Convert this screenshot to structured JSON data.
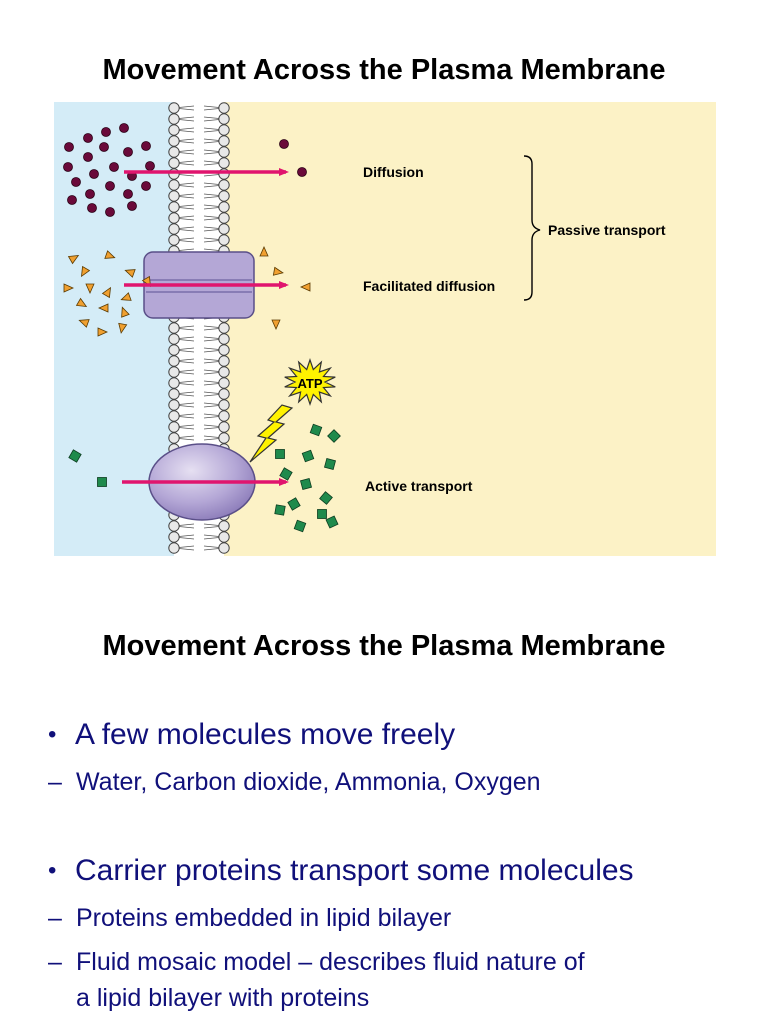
{
  "slide1": {
    "title": "Movement Across the Plasma Membrane",
    "labels": {
      "diffusion": "Diffusion",
      "facilitated": "Facilitated diffusion",
      "active": "Active transport",
      "passive": "Passive transport",
      "atp": "ATP"
    }
  },
  "slide2": {
    "title": "Movement Across the Plasma Membrane",
    "bullets": [
      {
        "text": "A few molecules move freely",
        "sub": [
          "Water, Carbon dioxide, Ammonia, Oxygen"
        ]
      },
      {
        "text": "Carrier proteins transport some molecules",
        "sub": [
          "Proteins embedded in lipid bilayer",
          "Fluid mosaic model – describes fluid nature of",
          "a lipid bilayer with proteins"
        ]
      }
    ]
  },
  "colors": {
    "outside": "#d4ecf7",
    "inside": "#fcf2c6",
    "arrow": "#e0156e",
    "molecule_dark": "#6a0a3a",
    "molecule_orange": "#f0a030",
    "molecule_green": "#1f8a4c",
    "protein": "#b4a7d6",
    "atp_star": "#fff200"
  },
  "icons": [
    "circle-molecule-icon",
    "triangle-molecule-icon",
    "square-molecule-icon",
    "atp-burst-icon",
    "lightning-icon"
  ]
}
